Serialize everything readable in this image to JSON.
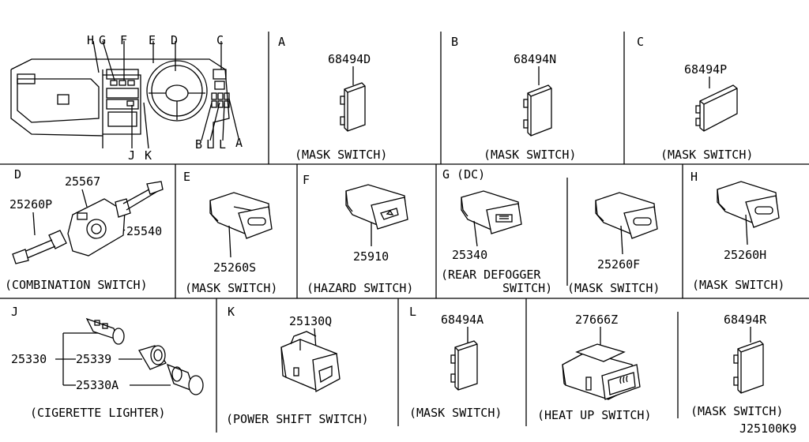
{
  "overview": {
    "callouts": {
      "H": "H",
      "G": "G",
      "F": "F",
      "E": "E",
      "D": "D",
      "C": "C",
      "J": "J",
      "K": "K",
      "B": "B",
      "L1": "L",
      "L2": "L",
      "A": "A"
    }
  },
  "panels": {
    "A": {
      "letter": "A",
      "part": "68494D",
      "caption": "(MASK SWITCH)"
    },
    "B": {
      "letter": "B",
      "part": "68494N",
      "caption": "(MASK SWITCH)"
    },
    "C": {
      "letter": "C",
      "part": "68494P",
      "caption": "(MASK SWITCH)"
    },
    "D": {
      "letter": "D",
      "parts": [
        "25567",
        "25260P",
        "25540"
      ],
      "caption": "(COMBINATION SWITCH)"
    },
    "E": {
      "letter": "E",
      "part": "25260S",
      "caption": "(MASK SWITCH)"
    },
    "F": {
      "letter": "F",
      "part": "25910",
      "caption": "(HAZARD SWITCH)"
    },
    "G": {
      "letter": "G (DC)",
      "parts": [
        "25340",
        "25260F"
      ],
      "caption1": "(REAR DEFOGGER",
      "caption2": "SWITCH)",
      "caption3": "(MASK SWITCH)"
    },
    "H": {
      "letter": "H",
      "part": "25260H",
      "caption": "(MASK SWITCH)"
    },
    "J": {
      "letter": "J",
      "parts": [
        "25330",
        "25339",
        "25330A"
      ],
      "caption": "(CIGERETTE LIGHTER)"
    },
    "K": {
      "letter": "K",
      "part": "25130Q",
      "caption": "(POWER SHIFT SWITCH)"
    },
    "L": {
      "letter": "L",
      "part": "68494A",
      "caption": "(MASK SWITCH)"
    },
    "M": {
      "part": "27666Z",
      "caption": "(HEAT UP SWITCH)"
    },
    "N": {
      "part": "68494R",
      "caption": "(MASK SWITCH)"
    }
  },
  "figure_code": "J25100K9"
}
